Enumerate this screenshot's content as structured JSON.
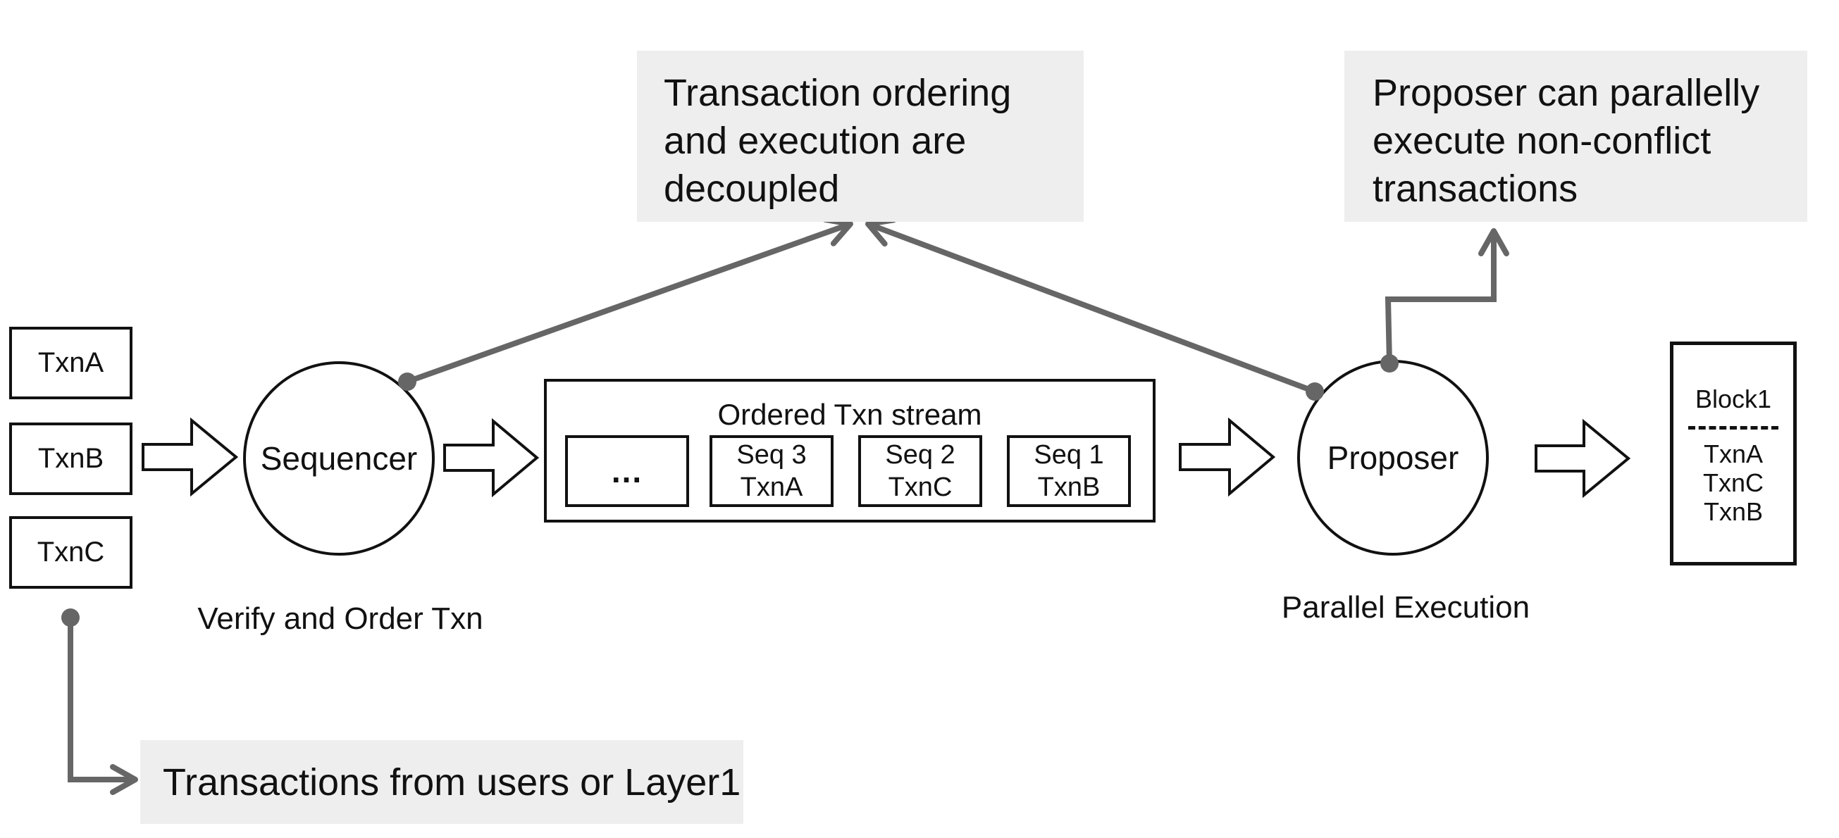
{
  "input_txns": [
    "TxnA",
    "TxnB",
    "TxnC"
  ],
  "sequencer": {
    "label": "Sequencer",
    "caption": "Verify and Order Txn"
  },
  "stream": {
    "title": "Ordered Txn stream",
    "slots": [
      {
        "line1": "...",
        "line2": ""
      },
      {
        "line1": "Seq 3",
        "line2": "TxnA"
      },
      {
        "line1": "Seq 2",
        "line2": "TxnC"
      },
      {
        "line1": "Seq 1",
        "line2": "TxnB"
      }
    ]
  },
  "proposer": {
    "label": "Proposer",
    "caption": "Parallel Execution"
  },
  "block": {
    "title": "Block1",
    "txns": [
      "TxnA",
      "TxnC",
      "TxnB"
    ]
  },
  "annotations": {
    "decoupled": {
      "lines": [
        "Transaction ordering",
        "and execution are",
        "decoupled"
      ]
    },
    "parallel": {
      "lines": [
        "Proposer can parallelly",
        "execute non-conflict",
        "transactions"
      ]
    },
    "source": {
      "text": "Transactions from users or Layer1"
    }
  },
  "colors": {
    "ink": "#111111",
    "connector": "#666666",
    "note_bg": "#eeeeee",
    "background": "#ffffff"
  }
}
